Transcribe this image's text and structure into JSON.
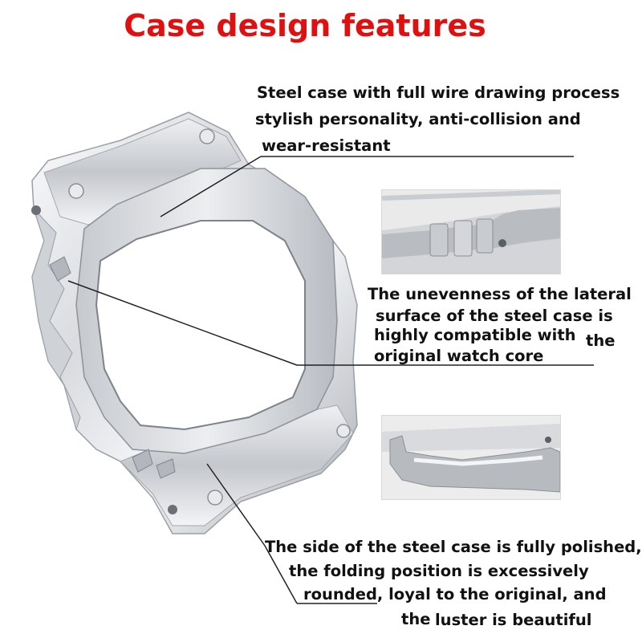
{
  "title": "Case design features",
  "callouts": {
    "top": {
      "line1": "Steel case with full wire drawing process",
      "line2": "stylish personality, anti-collision and",
      "line3": "wear-resistant"
    },
    "middle": {
      "line1": "The unevenness of the lateral",
      "line2": "surface of the steel case is",
      "line3a": "highly compatible with",
      "line3b": "the",
      "line4": "original watch core"
    },
    "bottom": {
      "line1": "The side of the steel case is fully polished,",
      "line2": "the folding position is excessively",
      "line3": "rounded, loyal to the original, and",
      "line4a": "the",
      "line4b": "luster is beautiful"
    }
  },
  "colors": {
    "title": "#e01010",
    "text": "#111111",
    "steel_light": "#f2f3f5",
    "steel_mid": "#c9ccd1",
    "steel_dark": "#8f949b"
  }
}
